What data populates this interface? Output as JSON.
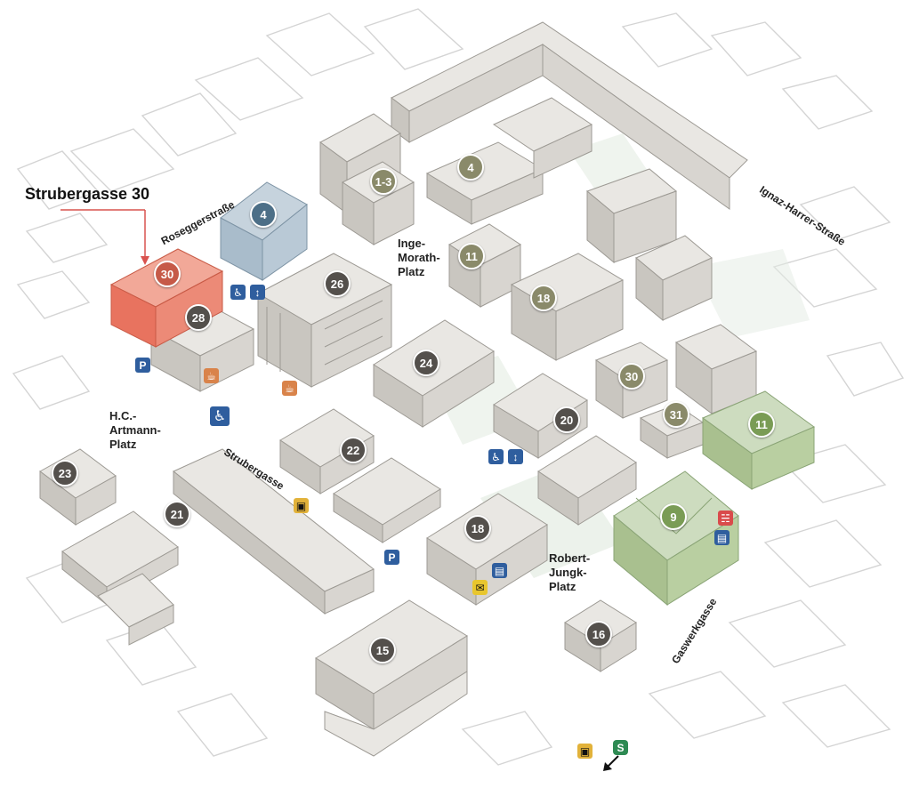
{
  "callout": {
    "title": "Strubergasse 30"
  },
  "streets": {
    "roseggerstrasse": "Roseggerstraße",
    "ignaz": "Ignaz-Harrer-Straße",
    "strubergasse": "Strubergasse",
    "gaswerkgasse": "Gaswerkgasse"
  },
  "places": {
    "inge_morath": [
      "Inge-",
      "Morath-",
      "Platz"
    ],
    "hc_artmann": [
      "H.C.-",
      "Artmann-",
      "Platz"
    ],
    "robert_jungk": [
      "Robert-",
      "Jungk-",
      "Platz"
    ]
  },
  "buildings": [
    {
      "id": "b-4-blue",
      "label": "4",
      "style": "blue"
    },
    {
      "id": "b-30-red",
      "label": "30",
      "style": "red"
    },
    {
      "id": "b-28",
      "label": "28",
      "style": "dark"
    },
    {
      "id": "b-26",
      "label": "26",
      "style": "dark"
    },
    {
      "id": "b-1-3",
      "label": "1-3",
      "style": "olive"
    },
    {
      "id": "b-4-olive",
      "label": "4",
      "style": "olive"
    },
    {
      "id": "b-11-olive",
      "label": "11",
      "style": "olive"
    },
    {
      "id": "b-18-olive",
      "label": "18",
      "style": "olive"
    },
    {
      "id": "b-24",
      "label": "24",
      "style": "dark"
    },
    {
      "id": "b-30-olive",
      "label": "30",
      "style": "olive"
    },
    {
      "id": "b-31",
      "label": "31",
      "style": "olive"
    },
    {
      "id": "b-11-green",
      "label": "11",
      "style": "green"
    },
    {
      "id": "b-20",
      "label": "20",
      "style": "dark"
    },
    {
      "id": "b-22",
      "label": "22",
      "style": "dark"
    },
    {
      "id": "b-9",
      "label": "9",
      "style": "green"
    },
    {
      "id": "b-23",
      "label": "23",
      "style": "dark"
    },
    {
      "id": "b-21",
      "label": "21",
      "style": "dark"
    },
    {
      "id": "b-18-dark",
      "label": "18",
      "style": "dark"
    },
    {
      "id": "b-15",
      "label": "15",
      "style": "dark"
    },
    {
      "id": "b-16",
      "label": "16",
      "style": "dark"
    }
  ],
  "icons": {
    "parking": "P",
    "s_bahn": "S"
  },
  "colors": {
    "highlight": "#e8735f",
    "blue_building": "#a9bccb",
    "green_building": "#b9cfa1"
  }
}
